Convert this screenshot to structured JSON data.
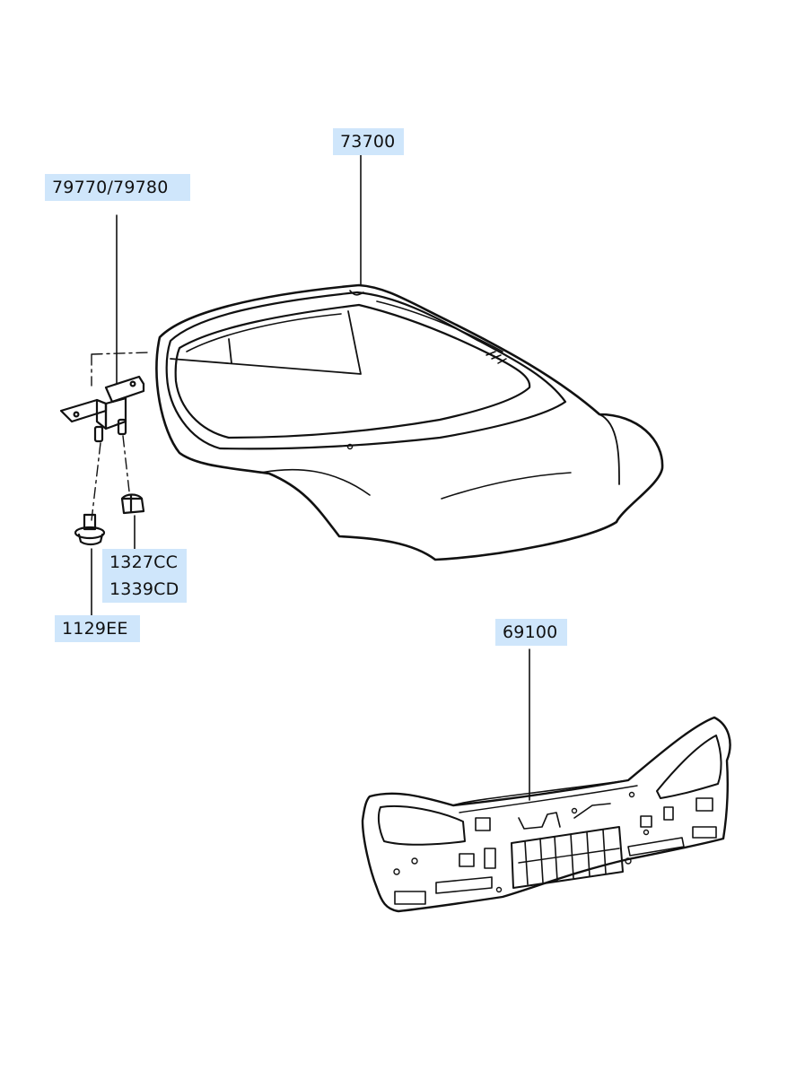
{
  "parts": {
    "tailgate": {
      "number": "73700",
      "icon": "tailgate-panel"
    },
    "hinge": {
      "number": "79770/79780",
      "icon": "hinge-bracket"
    },
    "nut_a": {
      "number": "1327CC",
      "icon": "hex-nut"
    },
    "nut_b": {
      "number": "1339CD",
      "icon": "hex-nut"
    },
    "bolt": {
      "number": "1129EE",
      "icon": "flange-bolt"
    },
    "back_panel": {
      "number": "69100",
      "icon": "rear-back-panel"
    }
  },
  "colors": {
    "label_bg": "#cfe6fb",
    "line": "#111111",
    "page_bg": "#ffffff"
  }
}
